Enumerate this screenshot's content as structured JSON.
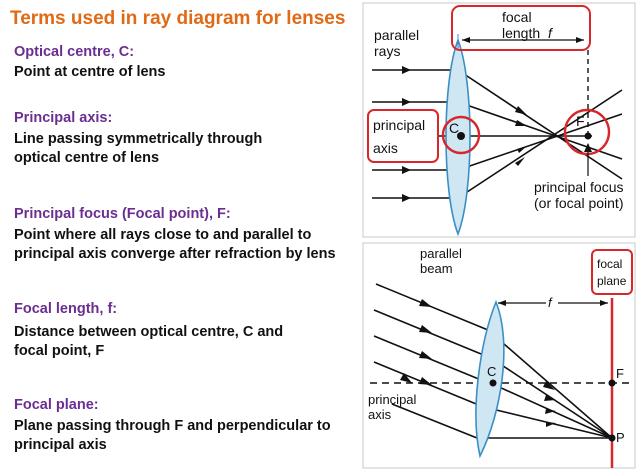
{
  "title": "Terms used in ray diagram for lenses",
  "terms": [
    {
      "name": "Optical centre, C:",
      "lines": [
        "Point at centre of lens"
      ]
    },
    {
      "name": "Principal axis:",
      "lines": [
        "Line passing symmetrically through",
        "optical centre of lens"
      ]
    },
    {
      "name": "Principal focus (Focal point), F:",
      "lines": [
        "Point where all rays close to and parallel to",
        "principal axis converge after refraction by lens"
      ]
    },
    {
      "name": "Focal length, f:",
      "lines": [
        "Distance between optical centre, C and",
        "focal point, F"
      ]
    },
    {
      "name": "Focal plane:",
      "lines": [
        "Plane passing through F and perpendicular to",
        "principal axis"
      ]
    }
  ],
  "diagram_top": {
    "parallel_rays_1": "parallel",
    "parallel_rays_2": "rays",
    "focal_length_1": "focal",
    "focal_length_2": "length",
    "focal_length_symbol": "f",
    "principal_axis_1": "principal",
    "principal_axis_2": "axis",
    "optical_centre": "C",
    "focus": "F",
    "principal_focus_1": "principal focus",
    "principal_focus_2": "(or focal point)"
  },
  "diagram_bottom": {
    "parallel_beam_1": "parallel",
    "parallel_beam_2": "beam",
    "focal_plane_1": "focal",
    "focal_plane_2": "plane",
    "focal_length_symbol": "f",
    "optical_centre": "C",
    "focus": "F",
    "point": "P",
    "principal_axis_1": "principal",
    "principal_axis_2": "axis"
  },
  "colors": {
    "title": "#e06a16",
    "term": "#6a2e92",
    "highlight": "#d9262a",
    "lens_fill": "#cfe6f3",
    "lens_stroke": "#3c8fc4"
  }
}
